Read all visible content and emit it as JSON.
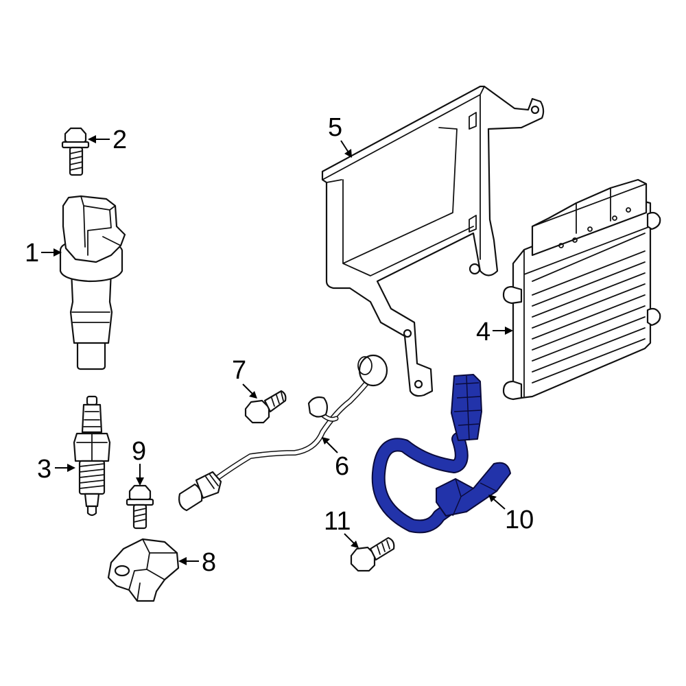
{
  "diagram": {
    "callouts": [
      {
        "id": "1",
        "label": "1"
      },
      {
        "id": "2",
        "label": "2"
      },
      {
        "id": "3",
        "label": "3"
      },
      {
        "id": "4",
        "label": "4"
      },
      {
        "id": "5",
        "label": "5"
      },
      {
        "id": "6",
        "label": "6"
      },
      {
        "id": "7",
        "label": "7"
      },
      {
        "id": "8",
        "label": "8"
      },
      {
        "id": "9",
        "label": "9"
      },
      {
        "id": "10",
        "label": "10"
      },
      {
        "id": "11",
        "label": "11"
      }
    ],
    "highlight_color": "#2233aa",
    "highlighted_part": "10"
  }
}
